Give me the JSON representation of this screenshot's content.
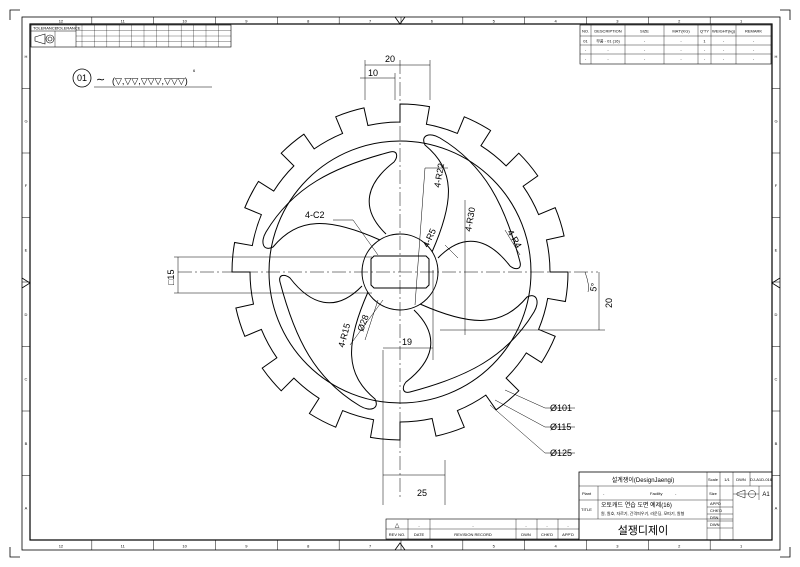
{
  "bom": {
    "headers": [
      "NO.",
      "DESCRIPTION",
      "SIZE",
      "MAT'(KG)",
      "Q'TY",
      "WEIGHT(kg)",
      "REMARK"
    ],
    "rows": [
      [
        "01",
        "부품 - 01 (16)",
        "-",
        "-",
        "1",
        "-",
        "-"
      ],
      [
        "-",
        "-",
        "-",
        "-",
        "-",
        "-",
        "-"
      ],
      [
        "-",
        "-",
        "-",
        "-",
        "-",
        "-",
        "-"
      ]
    ]
  },
  "tolerance": {
    "header_left": "TOLERANCE",
    "header_right": "TOLERANCE",
    "sub_labels": [
      "-",
      "-",
      "-",
      "-"
    ]
  },
  "surface_note": {
    "item_no": "01",
    "symbol": "∼",
    "note": "(▽,▽▽,▽▽▽,▽▽▽)",
    "exponent": "6"
  },
  "dims": {
    "d20_top": "20",
    "d10": "10",
    "chamfer": "4-C2",
    "r22": "4-R22",
    "r5": "4-R5",
    "r30": "4-R30",
    "r4": "4-R4",
    "sq15": "□15",
    "angle5": "5°",
    "d20_right": "20",
    "r15": "4-R15",
    "phi28": "Ø28",
    "d19": "19",
    "phi101": "Ø101",
    "phi115": "Ø115",
    "phi125": "Ø125",
    "d25": "25"
  },
  "title_block": {
    "company": "설계쟁이(DesignJaengi)",
    "scale_label": "Scale",
    "scale_value": "1/1",
    "size_label": "Size",
    "size_value": "A1",
    "plant_label": "Plant",
    "plant_value": "-",
    "facility_label": "Facility",
    "facility_value": "-",
    "title_label": "TITLE",
    "title_line1": "오토캐드 연습 도면 예제(16)",
    "title_line2": "원, 원호, 자르기, 간격띄우기, 라운딩, 모따기, 원형",
    "logo_text": "설쟁디제이",
    "appd": "APPD",
    "chkd": "CHK'D",
    "dsn": "DSN",
    "dwn": "DWN",
    "dwg_no": "DJ-A1D-016"
  },
  "revision": {
    "symbol": "△",
    "rev_no": "REV NO.",
    "date": "DATE",
    "record": "REVISION RECORD",
    "dwn": "DWN",
    "chkd": "CHK'D",
    "appd": "APP'D",
    "row": [
      "-",
      "-",
      "-",
      "-",
      "-",
      "-"
    ]
  },
  "grid": {
    "cols": [
      "12",
      "11",
      "10",
      "9",
      "8",
      "7",
      "6",
      "5",
      "4",
      "3",
      "2",
      "1"
    ],
    "rows": [
      "A",
      "B",
      "C",
      "D",
      "E",
      "F",
      "G",
      "H"
    ]
  }
}
